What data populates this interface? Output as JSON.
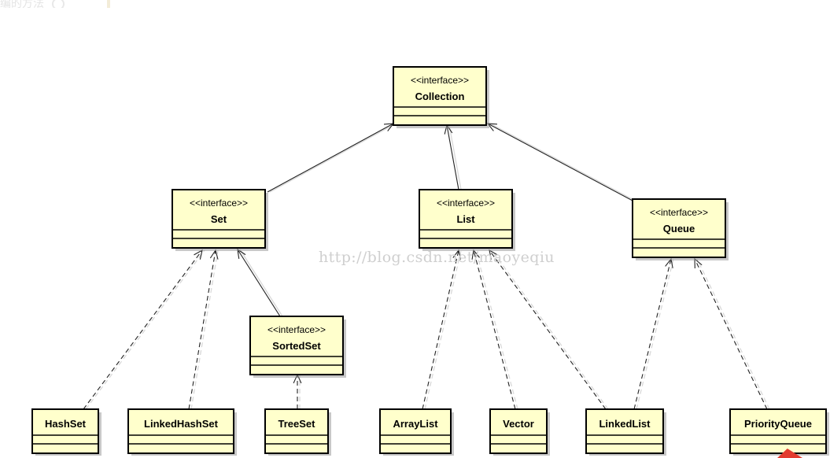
{
  "header": {
    "text": "编的方法"
  },
  "watermark": {
    "text": "http://blog.csdn.net/maoyeqiu"
  },
  "colors": {
    "box_fill": "#ffffcc",
    "box_border": "#000000",
    "shadow": "#9a9a9a",
    "line": "#222222"
  },
  "nodes": [
    {
      "id": "collection",
      "stereotype": "<<interface>>",
      "name": "Collection"
    },
    {
      "id": "set",
      "stereotype": "<<interface>>",
      "name": "Set"
    },
    {
      "id": "list",
      "stereotype": "<<interface>>",
      "name": "List"
    },
    {
      "id": "queue",
      "stereotype": "<<interface>>",
      "name": "Queue"
    },
    {
      "id": "sortedset",
      "stereotype": "<<interface>>",
      "name": "SortedSet"
    },
    {
      "id": "hashset",
      "stereotype": "",
      "name": "HashSet"
    },
    {
      "id": "linkedhashset",
      "stereotype": "",
      "name": "LinkedHashSet"
    },
    {
      "id": "treeset",
      "stereotype": "",
      "name": "TreeSet"
    },
    {
      "id": "arraylist",
      "stereotype": "",
      "name": "ArrayList"
    },
    {
      "id": "vector",
      "stereotype": "",
      "name": "Vector"
    },
    {
      "id": "linkedlist",
      "stereotype": "",
      "name": "LinkedList"
    },
    {
      "id": "priorityqueue",
      "stereotype": "",
      "name": "PriorityQueue"
    }
  ],
  "edges": [
    {
      "from": "set",
      "to": "collection",
      "kind": "generalization"
    },
    {
      "from": "list",
      "to": "collection",
      "kind": "generalization"
    },
    {
      "from": "queue",
      "to": "collection",
      "kind": "generalization"
    },
    {
      "from": "sortedset",
      "to": "set",
      "kind": "generalization"
    },
    {
      "from": "hashset",
      "to": "set",
      "kind": "realization"
    },
    {
      "from": "linkedhashset",
      "to": "set",
      "kind": "realization"
    },
    {
      "from": "treeset",
      "to": "sortedset",
      "kind": "realization"
    },
    {
      "from": "arraylist",
      "to": "list",
      "kind": "realization"
    },
    {
      "from": "vector",
      "to": "list",
      "kind": "realization"
    },
    {
      "from": "linkedlist",
      "to": "list",
      "kind": "realization"
    },
    {
      "from": "linkedlist",
      "to": "queue",
      "kind": "realization"
    },
    {
      "from": "priorityqueue",
      "to": "queue",
      "kind": "realization"
    }
  ]
}
